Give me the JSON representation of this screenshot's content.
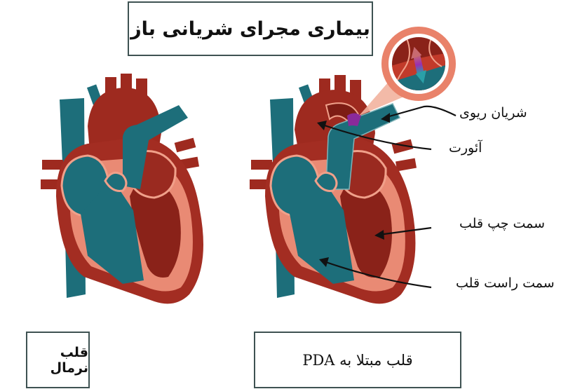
{
  "title": "بیماری مجرای شریانی باز",
  "captions": {
    "normal": "قلب نرمال",
    "pda": "قلب مبتلا به PDA"
  },
  "labels": {
    "pulmonary_artery": "شریان ریوی",
    "aorta": "آئورت",
    "left_heart": "سمت چپ قلب",
    "right_heart": "سمت راست قلب"
  },
  "colors": {
    "oxygenated_red": "#9e2a1f",
    "dark_red": "#7d1c14",
    "deoxygenated_teal": "#1d6e7a",
    "muscle_salmon": "#e98a74",
    "outline_salmon": "#f0a08a",
    "magnifier_ring": "#e9826a",
    "shunt_purple": "#8a2a9a",
    "box_border": "#3e5252",
    "arrow": "#111111"
  },
  "icons": {
    "magnifier": "magnifier-callout-icon",
    "shunt_arrows": "bidirectional-flow-arrow-icon"
  }
}
